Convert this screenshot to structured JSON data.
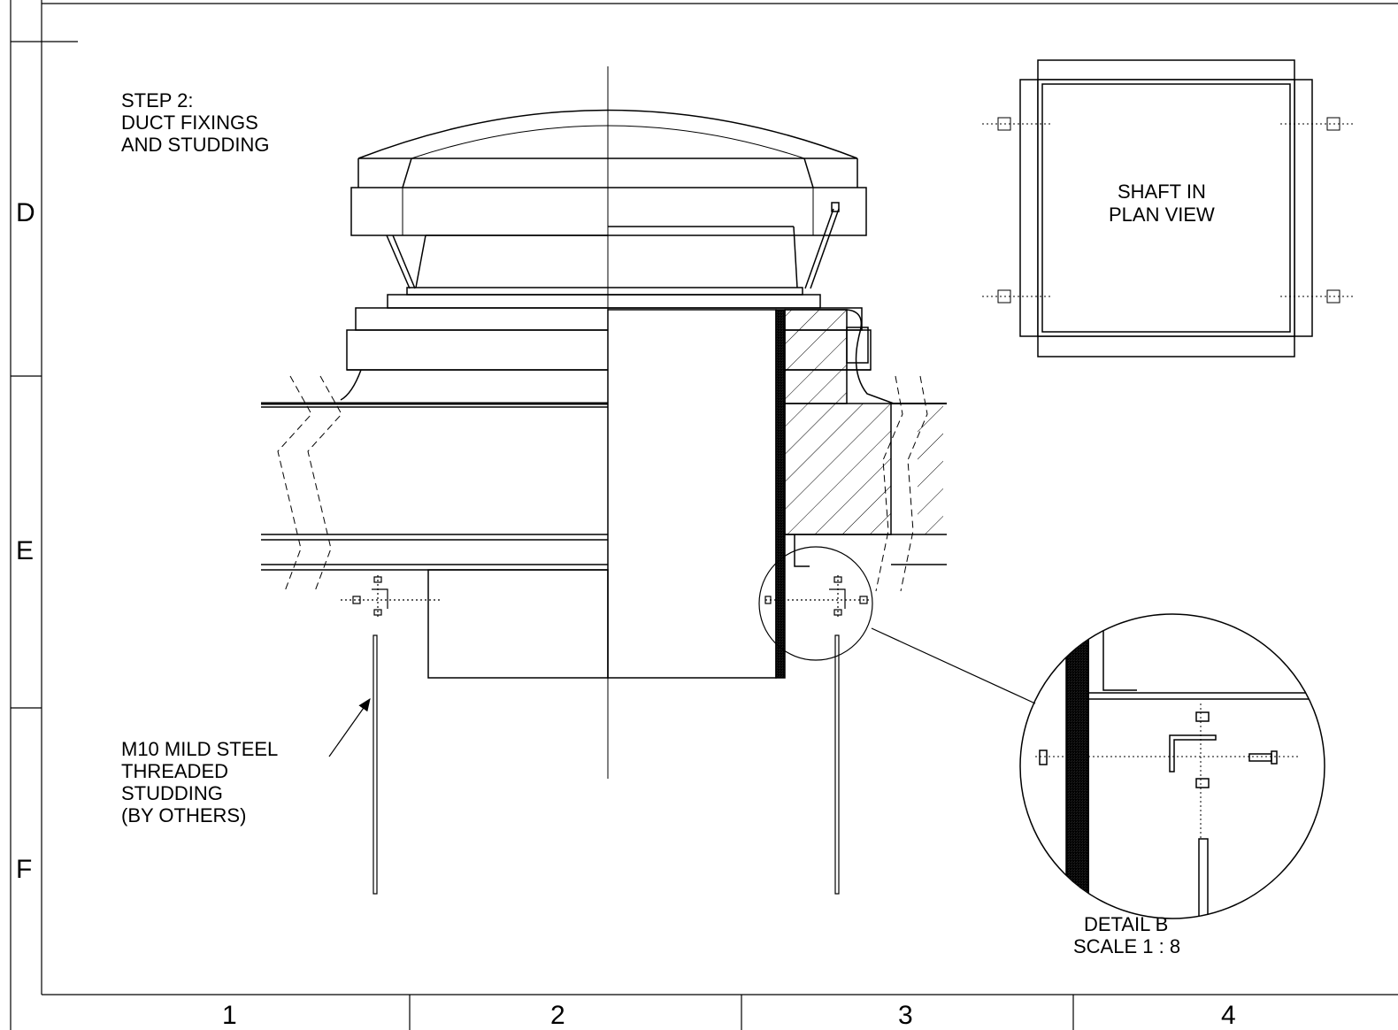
{
  "grid": {
    "rows": [
      "D",
      "E",
      "F"
    ],
    "columns": [
      "1",
      "2",
      "3",
      "4"
    ]
  },
  "notes": {
    "step_title": [
      "STEP 2:",
      "DUCT FIXINGS",
      "AND STUDDING"
    ],
    "plan_view": [
      "SHAFT IN",
      "PLAN VIEW"
    ],
    "studding": [
      "M10 MILD STEEL",
      "THREADED",
      "STUDDING",
      "(BY OTHERS)"
    ],
    "detail_title": "DETAIL B",
    "detail_scale": "SCALE 1 : 8"
  },
  "colors": {
    "line": "#000000",
    "background": "#ffffff"
  }
}
